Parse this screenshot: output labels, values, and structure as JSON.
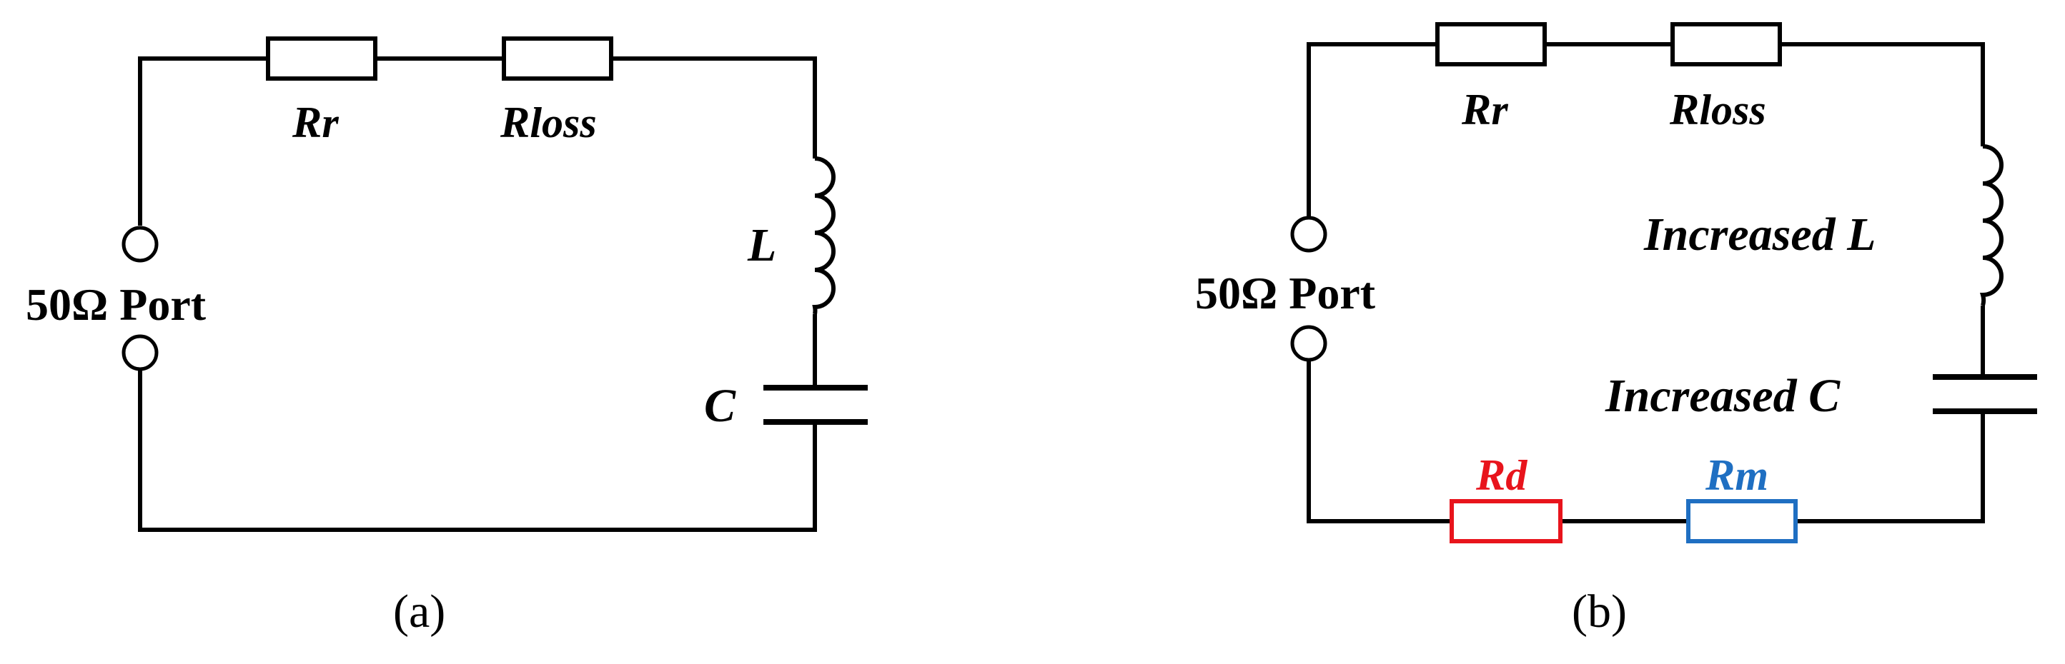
{
  "colors": {
    "wire": "#000000",
    "rd": "#e8141c",
    "rm": "#1f6fc2",
    "background": "#ffffff"
  },
  "circuit_a": {
    "caption": "(a)",
    "port_label": "50Ω Port",
    "r_radiation": {
      "main": "R",
      "sub": "r"
    },
    "r_loss": {
      "main": "R",
      "sub": "loss"
    },
    "inductor_label": "L",
    "capacitor_label": "C"
  },
  "circuit_b": {
    "caption": "(b)",
    "port_label": "50Ω Port",
    "r_radiation": {
      "main": "R",
      "sub": "r"
    },
    "r_loss": {
      "main": "R",
      "sub": "loss"
    },
    "inductor_label": "Increased L",
    "capacitor_label": "Increased C",
    "r_d": {
      "main": "R",
      "sub": "d"
    },
    "r_m": {
      "main": "R",
      "sub": "m"
    }
  }
}
